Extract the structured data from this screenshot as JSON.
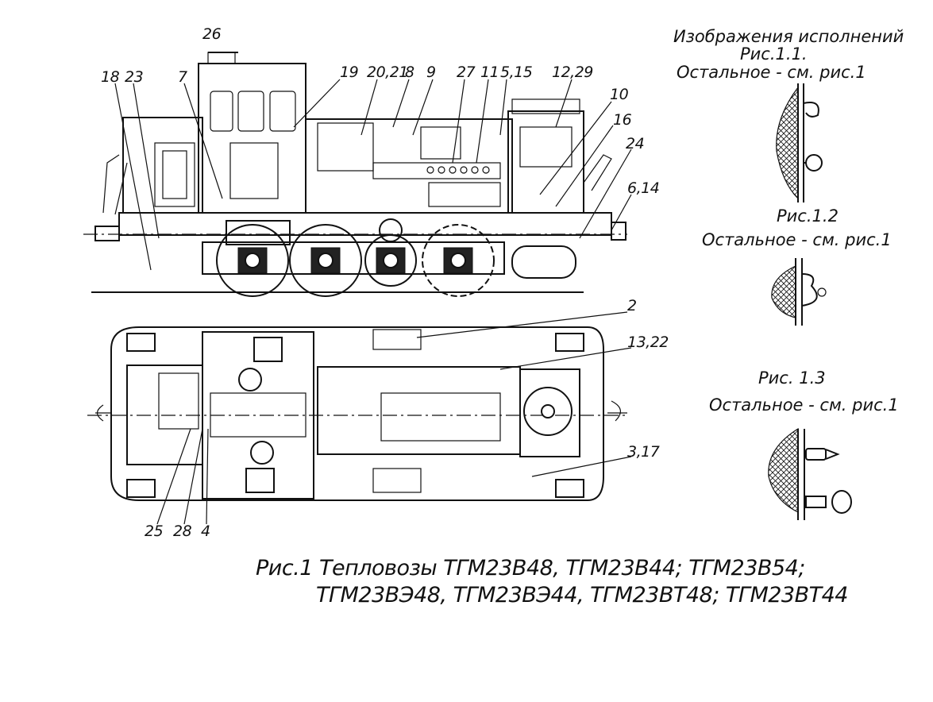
{
  "side_view_labels": [
    "26",
    "18",
    "23",
    "7",
    "19",
    "20,21",
    "8",
    "9",
    "27",
    "11",
    "5,15",
    "12,29",
    "10",
    "16",
    "24",
    "6,14"
  ],
  "plan_view_labels": [
    "2",
    "13,22",
    "3,17",
    "25",
    "28",
    "4"
  ],
  "variants": {
    "title_line1": "Изображения исполнений",
    "fig1_1": "Рис.1.1.",
    "fig1_1_note": "Остальное - см. рис.1",
    "fig1_2": "Рис.1.2",
    "fig1_2_note": "Остальное - см. рис.1",
    "fig1_3": "Рис. 1.3",
    "fig1_3_note": "Остальное - см. рис.1"
  },
  "caption": {
    "line1": "Рис.1  Тепловозы  ТГМ23В48,  ТГМ23В44;  ТГМ23В54;",
    "line2": "ТГМ23ВЭ48,  ТГМ23ВЭ44,  ТГМ23ВТ48;  ТГМ23ВТ44"
  }
}
